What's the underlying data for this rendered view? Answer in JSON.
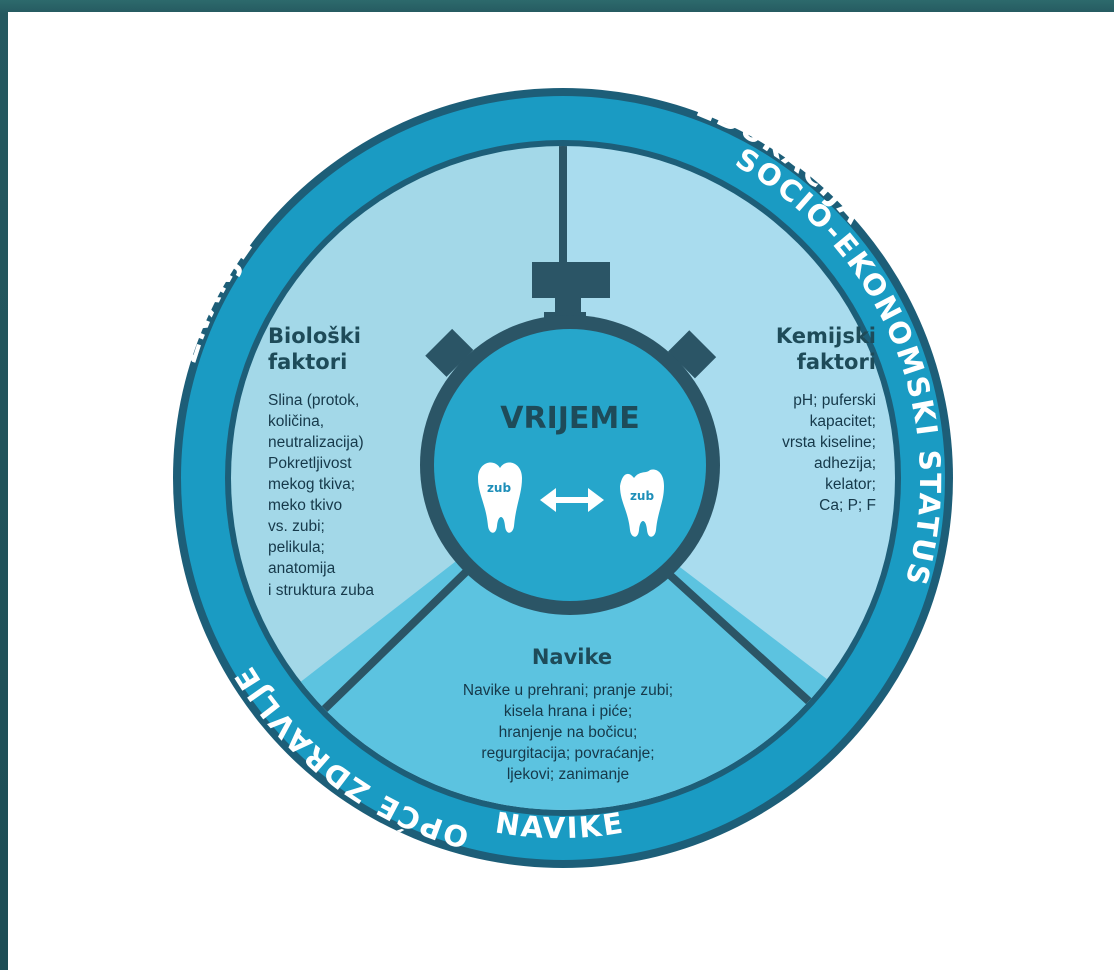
{
  "ring": {
    "znanje": "ZNANJE",
    "edukacija": "EDUKACIJA",
    "socio": "SOCIO-EKONOMSKI STATUS",
    "navike": "NAVIKE",
    "opce": "OPĆE ZDRAVLJE"
  },
  "biological": {
    "title": [
      "Biološki",
      "faktori"
    ],
    "lines": [
      "Slina (protok,",
      "količina,",
      "neutralizacija)",
      "Pokretljivost",
      "mekog tkiva;",
      "meko tkivo",
      "vs. zubi;",
      "pelikula;",
      "anatomija",
      "i struktura zuba"
    ]
  },
  "chemical": {
    "title": [
      "Kemijski",
      "faktori"
    ],
    "lines": [
      "pH; puferski",
      "kapacitet;",
      "vrsta kiseline;",
      "adhezija;",
      "kelator;",
      "Ca; P; F"
    ]
  },
  "habits": {
    "title": "Navike",
    "lines": [
      "Navike u prehrani; pranje zubi;",
      "kisela hrana i piće;",
      "hranjenje na bočicu;",
      "regurgitacija; povraćanje;",
      "ljekovi; zanimanje"
    ]
  },
  "center": {
    "title": "VRIJEME",
    "tooth_left": "zub",
    "tooth_right": "zub",
    "arrow": "⟷"
  },
  "colors": {
    "ring": "#1a9bc3",
    "ring_border": "#1d5e78",
    "bio": "#a3d8e8",
    "chem": "#a9dcee",
    "habits": "#5cc3e0",
    "center": "#26a6cb",
    "divider": "#2b5566"
  }
}
